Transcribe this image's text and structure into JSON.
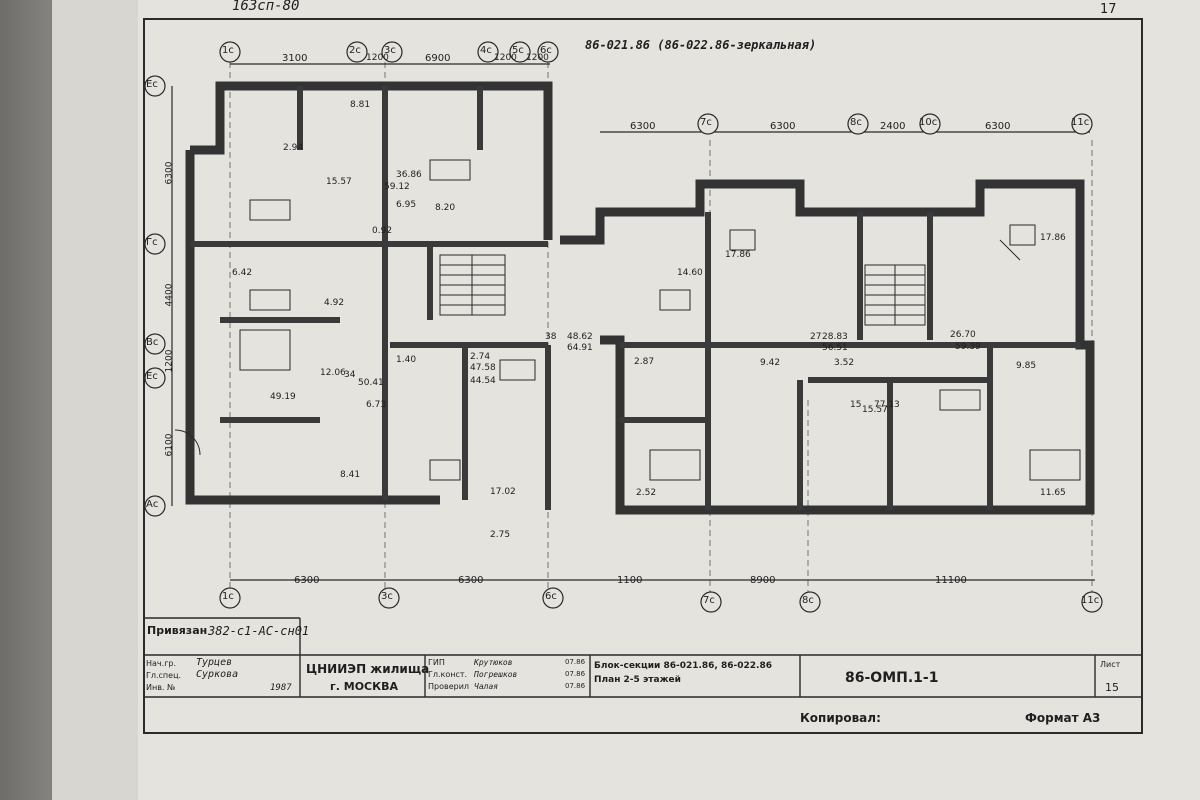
{
  "header": {
    "top_note": "163сп-80",
    "sheet_corner": "17",
    "drawing_code": "86-021.86 (86-022.86-зеркальная)"
  },
  "axes_top": [
    "1с",
    "2с",
    "3с",
    "4с",
    "5с",
    "6с",
    "7с",
    "8с",
    "10с",
    "11с"
  ],
  "axes_bottom": [
    "1с",
    "3с",
    "6с",
    "7с",
    "8с",
    "11с"
  ],
  "axes_left": [
    "Ес",
    "Гс",
    "Вс",
    "Ес",
    "Ас"
  ],
  "dimensions_top": [
    "3100",
    "1200",
    "6900",
    "1200",
    "1200",
    "6300",
    "6300",
    "2400",
    "6300"
  ],
  "dimensions_bottom": [
    "6300",
    "6300",
    "1100",
    "8900",
    "11100"
  ],
  "dimensions_left": [
    "6300",
    "4400",
    "1200",
    "6100"
  ],
  "room_areas": [
    "2.94",
    "15.57",
    "59.12",
    "36.86",
    "8.20",
    "6.95",
    "0.92",
    "8.81",
    "6.42",
    "4.92",
    "12.06",
    "34",
    "50.41",
    "49.19",
    "8.41",
    "1.40",
    "47.58",
    "44.54",
    "17.02",
    "2.74",
    "6.73",
    "17.86",
    "14.60",
    "38",
    "48.62",
    "64.91",
    "2.87",
    "9.42",
    "27",
    "28.83",
    "56.51",
    "3.52",
    "26.70",
    "59.39",
    "17.86",
    "15.57",
    "9.85",
    "2.52",
    "11.65",
    "15",
    "77.13",
    "2.75"
  ],
  "attachment": {
    "label": "Привязан",
    "value": "382-с1-АС-сн01"
  },
  "signature_rows": [
    {
      "role": "Нач.гр.",
      "name": "Турцев"
    },
    {
      "role": "Гл.спец.",
      "name": "Суркова"
    },
    {
      "role": "Инв. №",
      "name": "1987"
    }
  ],
  "title_block": {
    "org_line1": "ЦНИИЭП жилища",
    "org_line2": "г. МОСКВА",
    "roles": [
      "ГИП",
      "Гл.конст.",
      "Проверил"
    ],
    "names": [
      "Крутюков",
      "Погрешков",
      "Чалая"
    ],
    "dates": [
      "07.86",
      "07.86",
      "07.86"
    ],
    "description_line1": "Блок-секции 86-021.86, 86-022.86",
    "description_line2": "План 2-5 этажей",
    "drawing_number": "86-ОМП.1-1",
    "sheet_label": "Лист",
    "sheet_number": "15"
  },
  "footer": {
    "copied_by": "Копировал:",
    "format": "Формат А3"
  }
}
